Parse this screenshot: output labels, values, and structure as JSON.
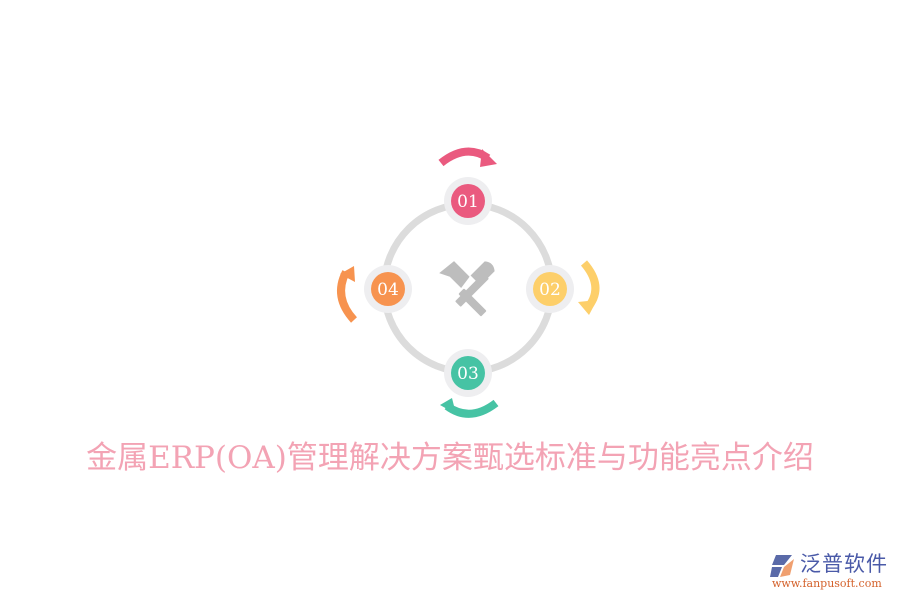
{
  "title": "金属ERP(OA)管理解决方案甄选标准与功能亮点介绍",
  "colors": {
    "title": "#f3a3b4",
    "ring": "#dcdcdc",
    "halo": "#eeeef0",
    "center_icon": "#bdbdbd",
    "step1": "#ea5a7f",
    "step2": "#fdcf6a",
    "step3": "#46c3a4",
    "step4": "#f7934f",
    "logo_text": "#4a5aa8",
    "logo_url": "#d4622c"
  },
  "diagram": {
    "center_icon": "crossed-hammers-icon",
    "steps": [
      {
        "label": "01",
        "position": "top",
        "arrow": "clockwise"
      },
      {
        "label": "02",
        "position": "right",
        "arrow": "clockwise"
      },
      {
        "label": "03",
        "position": "bottom",
        "arrow": "clockwise"
      },
      {
        "label": "04",
        "position": "left",
        "arrow": "clockwise"
      }
    ]
  },
  "logo": {
    "name": "泛普软件",
    "url": "www.fanpusoft.com"
  }
}
